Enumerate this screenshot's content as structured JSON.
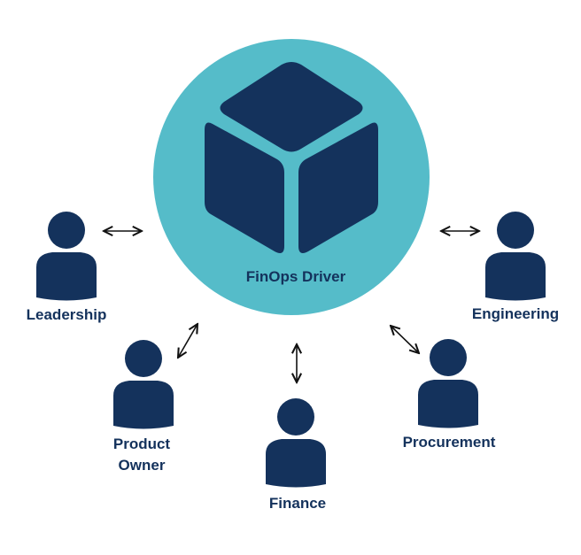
{
  "center": {
    "label": "FinOps Driver",
    "icon": "cube-icon"
  },
  "stakeholders": {
    "leadership": {
      "label": "Leadership",
      "icon": "person-icon"
    },
    "engineering": {
      "label": "Engineering",
      "icon": "person-icon"
    },
    "product_owner": {
      "label_line1": "Product",
      "label_line2": "Owner",
      "icon": "person-icon"
    },
    "finance": {
      "label": "Finance",
      "icon": "person-icon"
    },
    "procurement": {
      "label": "Procurement",
      "icon": "person-icon"
    }
  },
  "colors": {
    "circle": "#55bcc9",
    "navy": "#14325c",
    "arrow": "#111111",
    "background": "#ffffff"
  }
}
